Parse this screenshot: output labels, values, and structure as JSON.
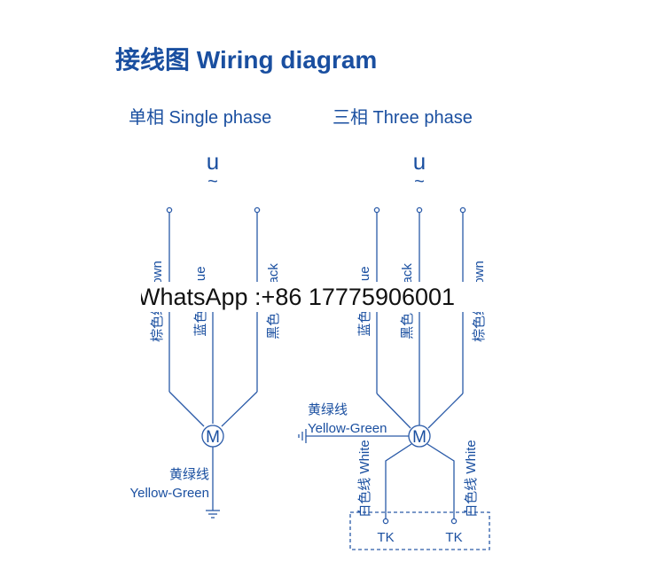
{
  "title": "接线图 Wiring diagram",
  "single_phase": {
    "heading": "单相 Single phase",
    "supply_symbol": "u",
    "supply_tilde": "~",
    "wire_labels": [
      "棕色线 Brown",
      "蓝色线 Blue",
      "黑色线 Black"
    ],
    "motor_label": "M",
    "ground_label_cn": "黄绿线",
    "ground_label_en": "Yellow-Green"
  },
  "three_phase": {
    "heading": "三相 Three phase",
    "supply_symbol": "u",
    "supply_tilde": "~",
    "wire_labels": [
      "蓝色线 Blue",
      "黑色线 Black",
      "棕色线 Brown"
    ],
    "motor_label": "M",
    "ground_label_cn": "黄绿线",
    "ground_label_en": "Yellow-Green",
    "thermal_wire_labels": [
      "白色线 White",
      "白色线 White"
    ],
    "thermal_labels": [
      "TK",
      "TK"
    ]
  },
  "watermark": "WhatsApp :+86 17775906001",
  "colors": {
    "line": "#2a5aa8",
    "text": "#1a4fa0",
    "watermark": "#111111"
  }
}
